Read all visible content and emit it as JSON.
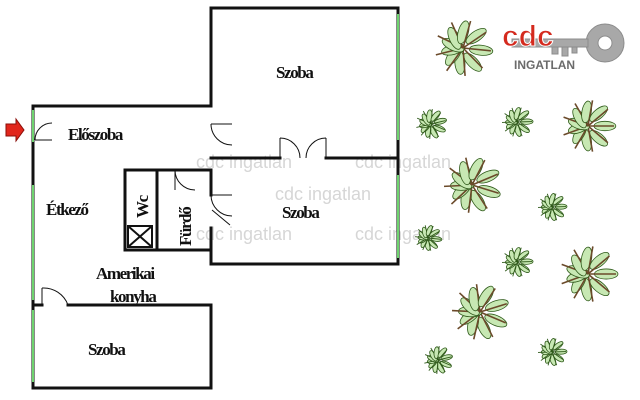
{
  "logo": {
    "brand": "cdc",
    "subtitle": "INGATLAN",
    "brand_color": "#d42a1e",
    "subtitle_color": "#6b6b6b",
    "key_color": "#a8a8a8"
  },
  "watermark": {
    "text": "cdc ingatlan",
    "color": "#d6d6d6"
  },
  "rooms": {
    "szoba_top": "Szoba",
    "eloszoba": "Előszoba",
    "etkezo": "Étkező",
    "wc": "Wc",
    "furdo": "Fürdő",
    "szoba_middle": "Szoba",
    "amerikai_konyha_line1": "Amerikai",
    "amerikai_konyha_line2": "konyha",
    "szoba_bottom": "Szoba"
  },
  "entrance_arrow": {
    "icon": "entrance-arrow-icon",
    "color": "#e1261c"
  },
  "colors": {
    "wall": "#111111",
    "window": "#6fd36f",
    "tree_stroke": "#2f5a1a",
    "tree_fill": "#c7e8b3"
  }
}
